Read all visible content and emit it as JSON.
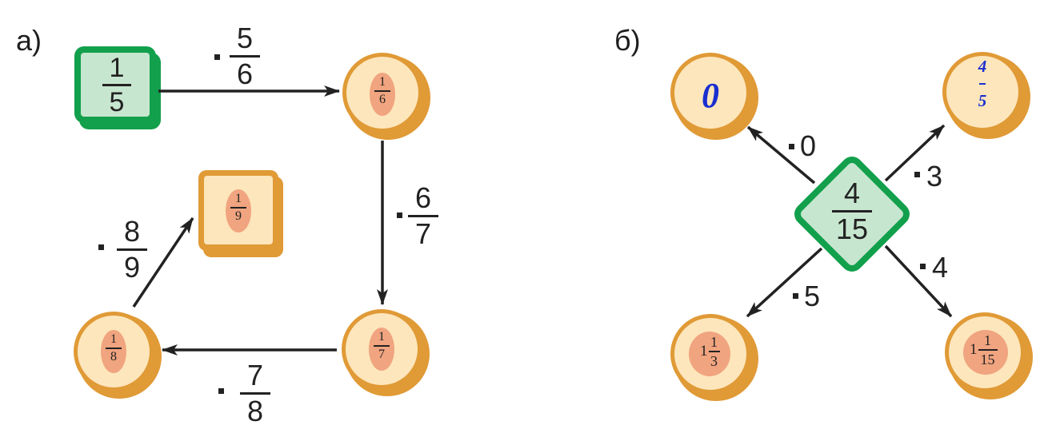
{
  "labels": {
    "a": "а)",
    "b": "б)"
  },
  "part_a": {
    "start": {
      "num": "1",
      "den": "5"
    },
    "ops": [
      {
        "num": "5",
        "den": "6"
      },
      {
        "num": "6",
        "den": "7"
      },
      {
        "num": "7",
        "den": "8"
      },
      {
        "num": "8",
        "den": "9"
      }
    ],
    "results": [
      {
        "num": "1",
        "den": "6"
      },
      {
        "num": "1",
        "den": "7"
      },
      {
        "num": "1",
        "den": "8"
      },
      {
        "num": "1",
        "den": "9"
      }
    ]
  },
  "part_b": {
    "center": {
      "num": "4",
      "den": "15"
    },
    "ops": {
      "top_left": "0",
      "top_right": "3",
      "bottom_left": "5",
      "bottom_right": "4"
    },
    "results": {
      "top_left": "0",
      "top_right": {
        "num": "4",
        "den": "5"
      },
      "bottom_left": {
        "whole": "1",
        "num": "1",
        "den": "3"
      },
      "bottom_right": {
        "whole": "1",
        "num": "1",
        "den": "15"
      }
    }
  },
  "colors": {
    "green_fill": "#c7e6cf",
    "green_border": "#12a04c",
    "orange_fill": "#fde6bc",
    "orange_border": "#e09a36",
    "salmon": "#f0a47f",
    "blue_text": "#1a2fd0"
  }
}
